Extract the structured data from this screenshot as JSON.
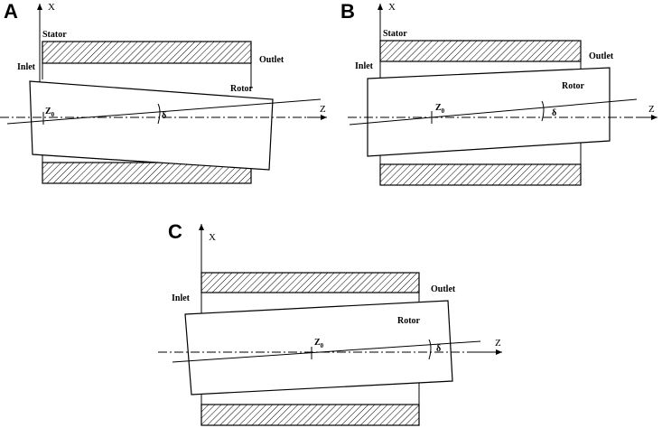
{
  "panels": [
    {
      "letter": "A",
      "axis_x": "X",
      "axis_z": "Z",
      "stator": "Stator",
      "inlet": "Inlet",
      "outlet": "Outlet",
      "rotor": "Rotor",
      "z0": "Z",
      "z0_sub": "0",
      "delta": "δ"
    },
    {
      "letter": "B",
      "axis_x": "X",
      "axis_z": "Z",
      "stator": "Stator",
      "inlet": "Inlet",
      "outlet": "Outlet",
      "rotor": "Rotor",
      "z0": "Z",
      "z0_sub": "0",
      "delta": "δ"
    },
    {
      "letter": "C",
      "axis_x": "X",
      "axis_z": "Z",
      "inlet": "Inlet",
      "outlet": "Outlet",
      "rotor": "Rotor",
      "z0": "Z",
      "z0_sub": "0",
      "delta": "δ"
    }
  ]
}
